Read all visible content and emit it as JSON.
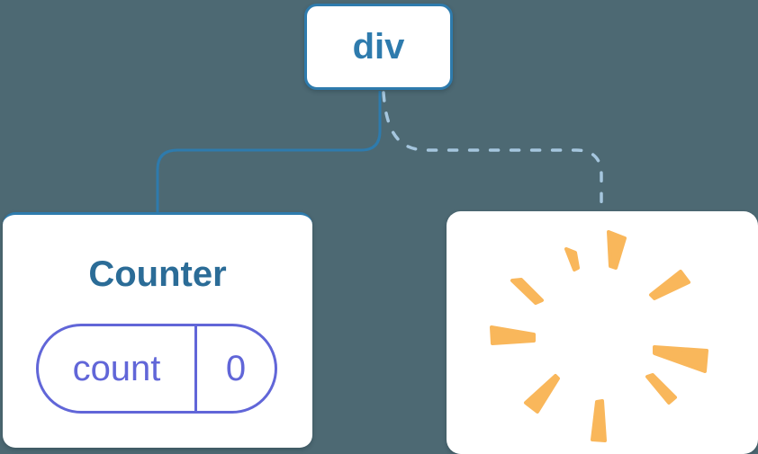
{
  "diagram": {
    "description": "component-tree-diagram",
    "root": {
      "label": "div"
    },
    "counter": {
      "label": "Counter",
      "state": {
        "key": "count",
        "value": "0"
      }
    },
    "removed": {
      "icon": "poof-sparkle-icon"
    }
  },
  "colors": {
    "background": "#4d6973",
    "node_bg": "#ffffff",
    "connector_blue": "#2e7bad",
    "connector_dashed": "#a5c6de",
    "root_label_blue": "#2e7bad",
    "counter_label_blue": "#2b6c97",
    "state_purple": "#6166d8",
    "poof_orange": "#f9b75b"
  }
}
